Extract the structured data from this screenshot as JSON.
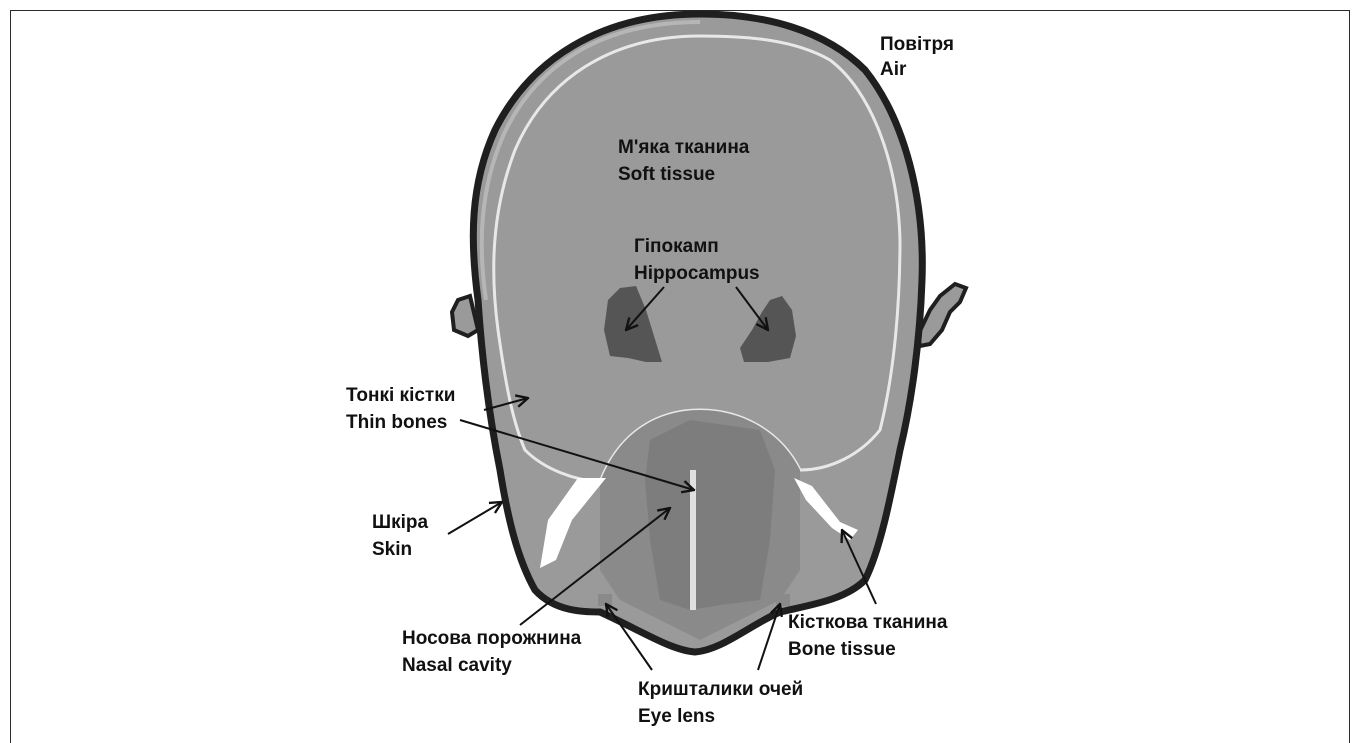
{
  "labels": {
    "air": {
      "uk": "Повітря",
      "en": "Air"
    },
    "soft_tissue": {
      "uk": "М'яка тканина",
      "en": "Soft tissue"
    },
    "hippocampus": {
      "uk": "Гіпокамп",
      "en": "Hippocampus"
    },
    "thin_bones": {
      "uk": "Тонкі кістки",
      "en": "Thin bones"
    },
    "skin": {
      "uk": "Шкіра",
      "en": "Skin"
    },
    "nasal_cavity": {
      "uk": "Носова порожнина",
      "en": "Nasal cavity"
    },
    "eye_lens": {
      "uk": "Кришталики очей",
      "en": "Eye lens"
    },
    "bone_tissue": {
      "uk": "Кісткова тканина",
      "en": "Bone tissue"
    }
  },
  "colors": {
    "skin": "#1f1f1f",
    "soft_tissue": "#9a9a9a",
    "thin_bone": "#e8e8e8",
    "bone": "#ffffff",
    "hippocampus": "#555555",
    "nasal": "#7d7d7d",
    "eye_lens": "#8a8a8a"
  }
}
